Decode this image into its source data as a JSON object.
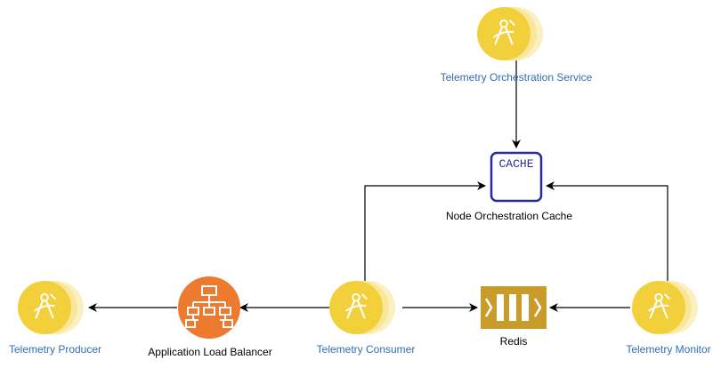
{
  "nodes": {
    "orchestration_service": {
      "label": "Telemetry Orchestration Service",
      "icon": "compass-icon"
    },
    "cache": {
      "label": "Node Orchestration Cache",
      "icon_text": "CACHE",
      "icon": "cache-icon"
    },
    "producer": {
      "label": "Telemetry Producer",
      "icon": "compass-icon"
    },
    "load_balancer": {
      "label": "Application Load Balancer",
      "icon": "hierarchy-icon"
    },
    "consumer": {
      "label": "Telemetry Consumer",
      "icon": "compass-icon"
    },
    "redis": {
      "label": "Redis",
      "icon": "queue-icon"
    },
    "monitor": {
      "label": "Telemetry Monitor",
      "icon": "compass-icon"
    }
  },
  "edges": [
    {
      "from": "orchestration_service",
      "to": "cache"
    },
    {
      "from": "consumer",
      "to": "cache"
    },
    {
      "from": "monitor",
      "to": "cache"
    },
    {
      "from": "consumer",
      "to": "load_balancer"
    },
    {
      "from": "load_balancer",
      "to": "producer"
    },
    {
      "from": "consumer",
      "to": "redis"
    },
    {
      "from": "monitor",
      "to": "redis"
    }
  ],
  "colors": {
    "service_yellow": "#f2d03b",
    "service_pale": "#f8e79a",
    "label_blue": "#2f6eb5",
    "elb_orange": "#ee7a30",
    "cache_navy": "#2a2aa0",
    "redis_gold": "#c89b2a"
  }
}
